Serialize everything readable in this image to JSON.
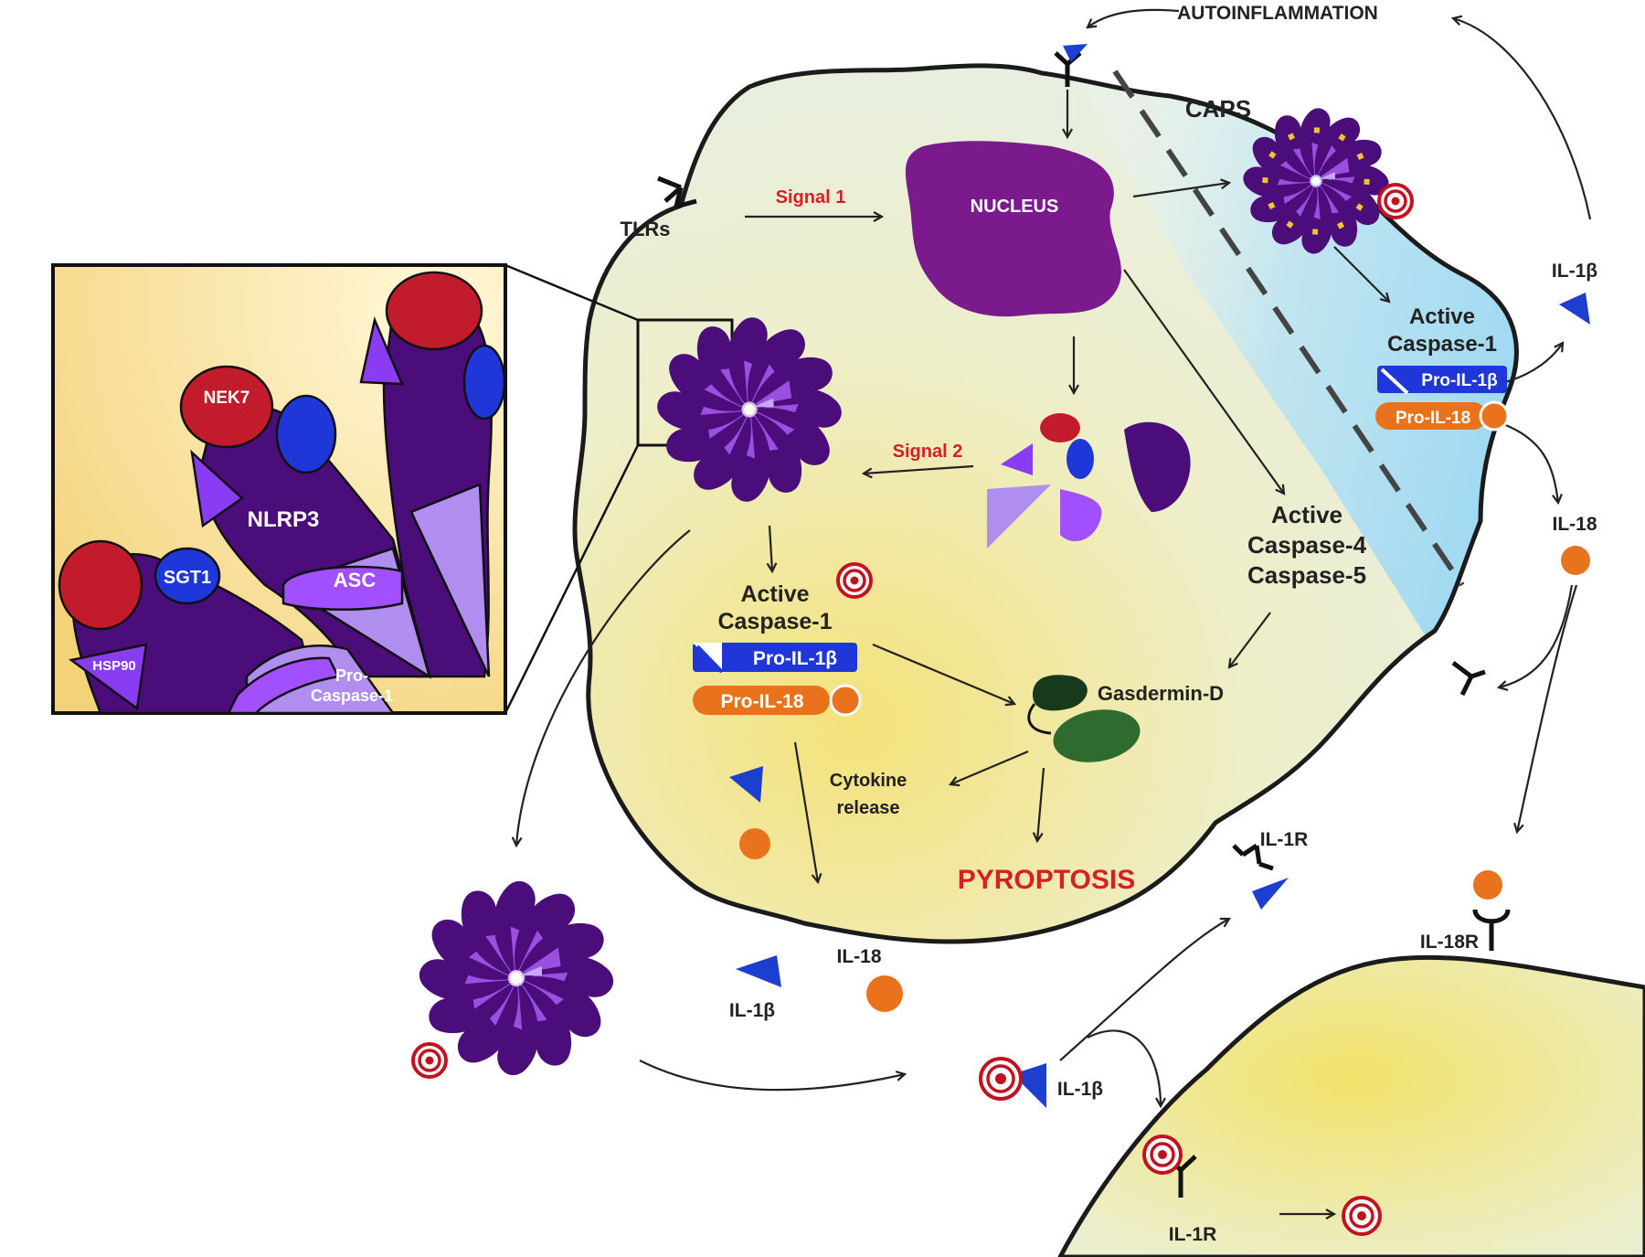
{
  "labels": {
    "autoinflammation": "AUTOINFLAMMATION",
    "caps": "CAPS",
    "tlrs": "TLRs",
    "signal1": "Signal 1",
    "signal2": "Signal 2",
    "nucleus": "NUCLEUS",
    "nek7": "NEK7",
    "nlrp3": "NLRP3",
    "sgt1": "SGT1",
    "asc": "ASC",
    "hsp90": "HSP90",
    "pro_caspase1_line1": "Pro-",
    "pro_caspase1_line2": "Caspase-1",
    "active_caspase1_line1": "Active",
    "active_caspase1_line2": "Caspase-1",
    "pro_il1b": "Pro-IL-1β",
    "pro_il18": "Pro-IL-18",
    "active_caspase45_line1": "Active",
    "active_caspase45_line2": "Caspase-4",
    "active_caspase45_line3": "Caspase-5",
    "gasdermin": "Gasdermin-D",
    "cytokine_line1": "Cytokine",
    "cytokine_line2": "release",
    "pyroptosis": "PYROPTOSIS",
    "il1b": "IL-1β",
    "il18": "IL-18",
    "il1r": "IL-1R",
    "il18r": "IL-18R"
  },
  "colors": {
    "signal_text": "#d61f26",
    "nucleus": "#7a1a8c",
    "inflammasome_dark": "#4a0d7a",
    "inflammasome_light": "#9b4fe0",
    "il1b_blue": "#1d3fcf",
    "il18_orange": "#e8731c",
    "gasdermin_green": "#1f4a25",
    "caps_region": "#a8dcf4",
    "cell_yellow": "#f4eb9a"
  }
}
